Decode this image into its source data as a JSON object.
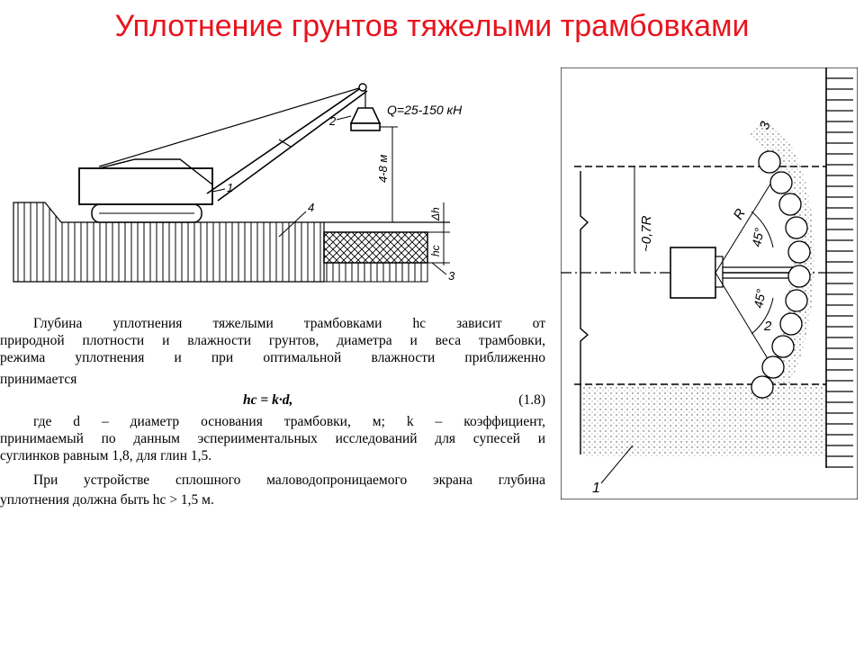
{
  "title": "Уплотнение грунтов тяжелыми трамбовками",
  "figure1": {
    "load_label": "Q=25-150 кН",
    "height_label": "4-8 м",
    "label_1": "1",
    "label_2": "2",
    "label_3": "3",
    "label_4": "4",
    "dh_label": "Δh",
    "hc_label": "hc"
  },
  "figure2": {
    "radius_label": "~0,7R",
    "angle_top": "45°",
    "angle_bottom": "45°",
    "r_label": "R",
    "label_1": "1",
    "label_2": "2",
    "label_3": "3"
  },
  "text": {
    "p1_line1": "Глубина уплотнения тяжелыми трамбовками hc зависит от",
    "p1_line2": "природной плотности и влажности грунтов, диаметра и веса трамбовки,",
    "p1_line3": "режима уплотнения и при оптимальной влажности приближенно",
    "p1_line4": "принимается",
    "formula": "hc = k·d,",
    "formula_number": "(1.8)",
    "p2_line1": "где d – диаметр основания трамбовки, м; k – коэффициент,",
    "p2_line2": "принимаемый по данным эсперииментальных исследований для супесей и",
    "p2_line3": "суглинков равным 1,8, для глин 1,5.",
    "p3_line1": "При устройстве сплошного маловодопроницаемого экрана глубина",
    "p3_line2": "уплотнения должна быть hc > 1,5 м."
  }
}
